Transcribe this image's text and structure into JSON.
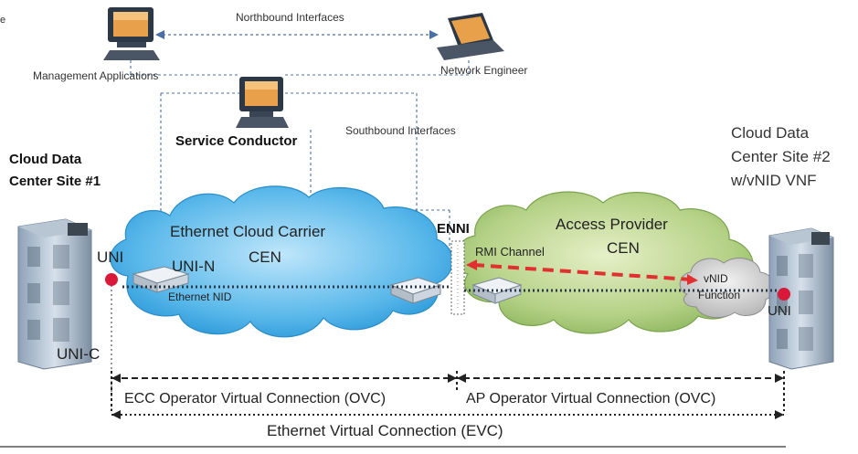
{
  "top": {
    "corner_mark": "e",
    "northbound": "Northbound Interfaces",
    "management_apps": "Management Applications",
    "network_engineer": "Network Engineer",
    "service_conductor": "Service Conductor",
    "southbound": "Southbound Interfaces"
  },
  "site1": {
    "line1": "Cloud Data",
    "line2": "Center Site #1",
    "uni": "UNI",
    "uni_c": "UNI-C"
  },
  "site2": {
    "line1": "Cloud Data",
    "line2": "Center Site #2",
    "line3": "w/vNID VNF",
    "uni": "UNI"
  },
  "ecc_cloud": {
    "title": "Ethernet Cloud Carrier",
    "cen": "CEN",
    "uni_n": "UNI-N",
    "nid": "Ethernet NID"
  },
  "ap_cloud": {
    "title": "Access Provider",
    "cen": "CEN",
    "rmi": "RMI Channel",
    "vnid_line1": "vNID",
    "vnid_line2": "Function"
  },
  "enni": "ENNI",
  "bottom": {
    "ecc_ovc": "ECC Operator Virtual Connection (OVC)",
    "ap_ovc": "AP Operator Virtual Connection (OVC)",
    "evc": "Ethernet Virtual Connection (EVC)"
  },
  "colors": {
    "ecc_cloud": "#3aa9e3",
    "ap_cloud": "#a9c97a",
    "rmi_red": "#e03030",
    "uni_dot": "#d9183a"
  }
}
